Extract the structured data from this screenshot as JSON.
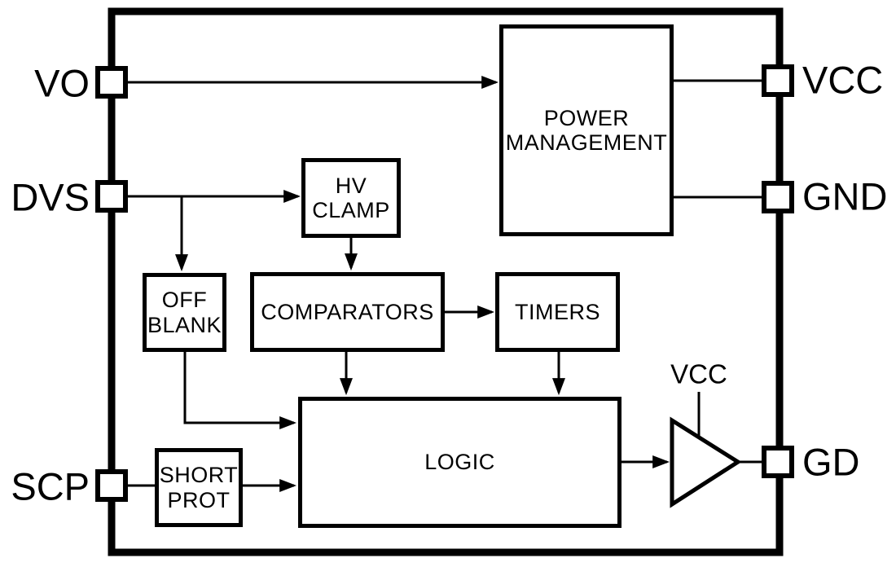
{
  "colors": {
    "ink": "#000000",
    "background": "#ffffff"
  },
  "pins": {
    "vo": "VO",
    "dvs": "DVS",
    "scp": "SCP",
    "vcc": "VCC",
    "gnd": "GND",
    "gd": "GD"
  },
  "blocks": {
    "power_management": "POWER\nMANAGEMENT",
    "hv_clamp": "HV\nCLAMP",
    "off_blank": "OFF\nBLANK",
    "comparators": "COMPARATORS",
    "timers": "TIMERS",
    "logic": "LOGIC",
    "short_prot": "SHORT\nPROT"
  },
  "driver": {
    "supply_label": "VCC"
  }
}
